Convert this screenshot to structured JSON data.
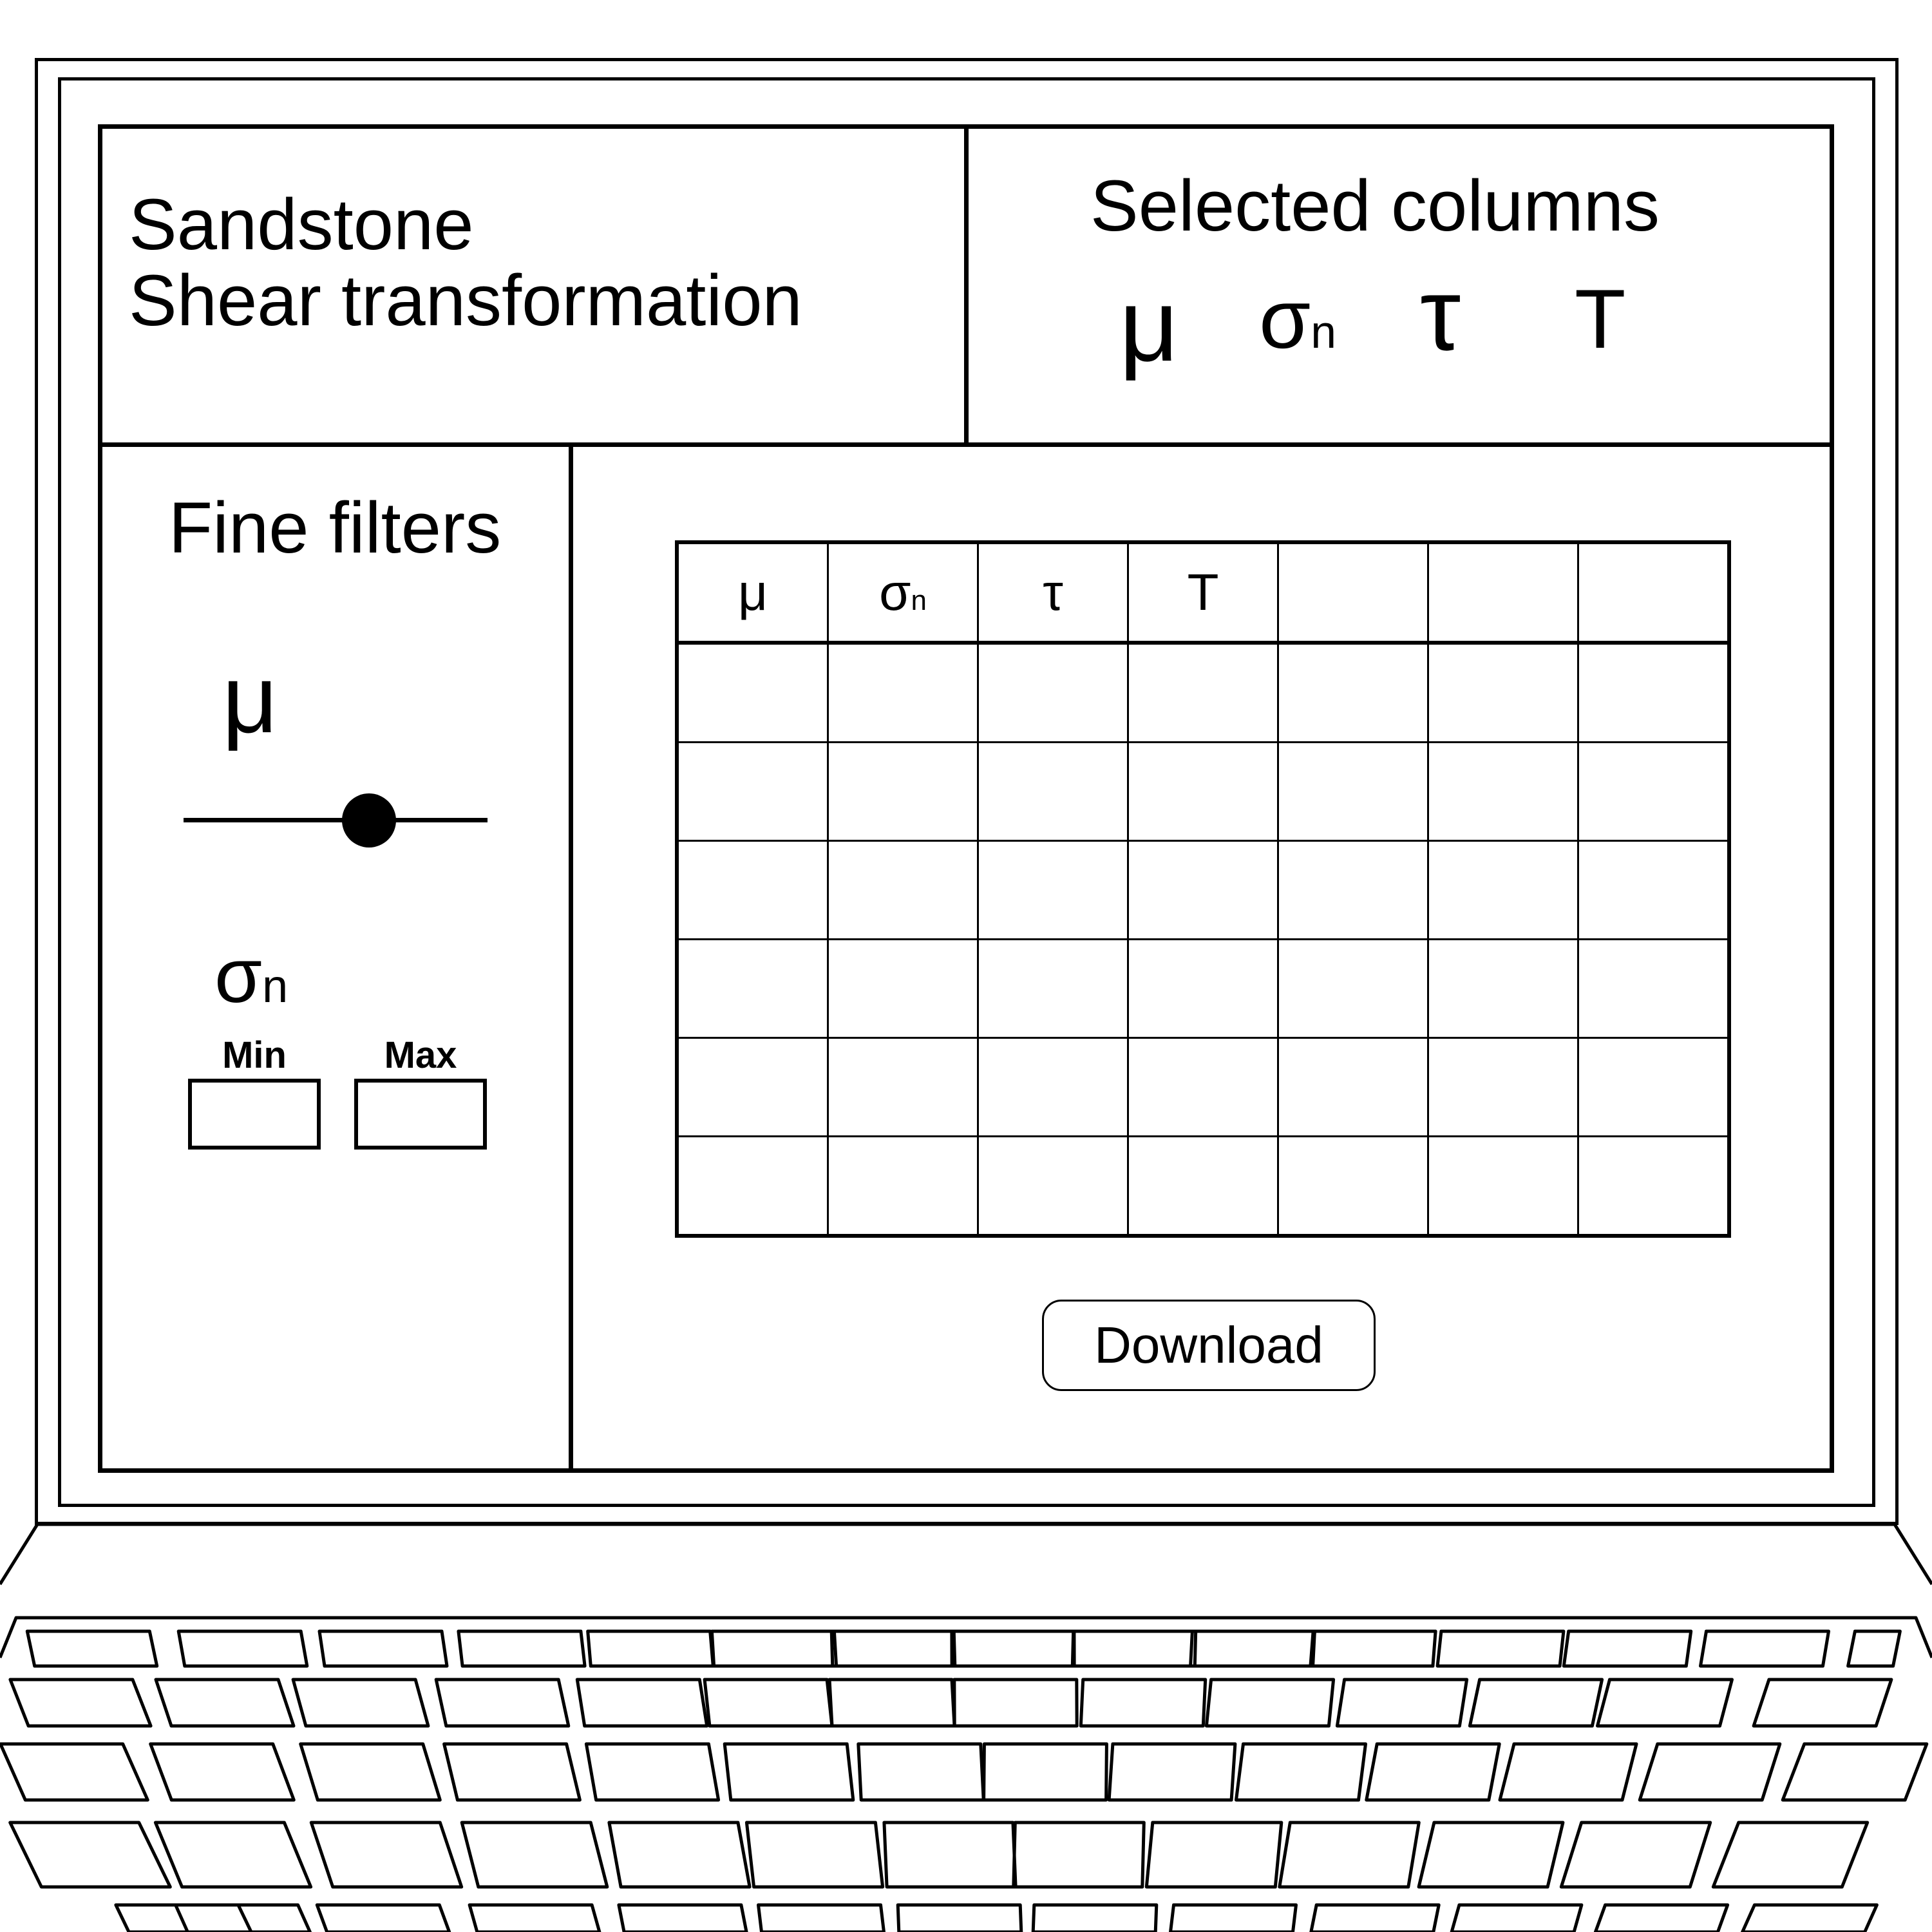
{
  "app": {
    "title_line1": "Sandstone",
    "title_line2": "Shear transformation"
  },
  "selected_columns": {
    "title": "Selected columns",
    "columns": [
      {
        "symbol": "μ",
        "subscript": ""
      },
      {
        "symbol": "σ",
        "subscript": "n"
      },
      {
        "symbol": "τ",
        "subscript": ""
      },
      {
        "symbol": "T",
        "subscript": ""
      }
    ]
  },
  "filters": {
    "title": "Fine filters",
    "mu": {
      "symbol": "μ",
      "slider_value_fraction": 0.61
    },
    "sigma": {
      "symbol": "σ",
      "subscript": "n",
      "min_label": "Min",
      "max_label": "Max",
      "min_value": "",
      "max_value": ""
    }
  },
  "table": {
    "headers": [
      {
        "symbol": "μ",
        "subscript": ""
      },
      {
        "symbol": "σ",
        "subscript": "n"
      },
      {
        "symbol": "τ",
        "subscript": ""
      },
      {
        "symbol": "T",
        "subscript": ""
      },
      {
        "symbol": "",
        "subscript": ""
      },
      {
        "symbol": "",
        "subscript": ""
      },
      {
        "symbol": "",
        "subscript": ""
      }
    ],
    "rows": [
      [
        "",
        "",
        "",
        "",
        "",
        "",
        ""
      ],
      [
        "",
        "",
        "",
        "",
        "",
        "",
        ""
      ],
      [
        "",
        "",
        "",
        "",
        "",
        "",
        ""
      ],
      [
        "",
        "",
        "",
        "",
        "",
        "",
        ""
      ],
      [
        "",
        "",
        "",
        "",
        "",
        "",
        ""
      ],
      [
        "",
        "",
        "",
        "",
        "",
        "",
        ""
      ]
    ]
  },
  "download_label": "Download"
}
